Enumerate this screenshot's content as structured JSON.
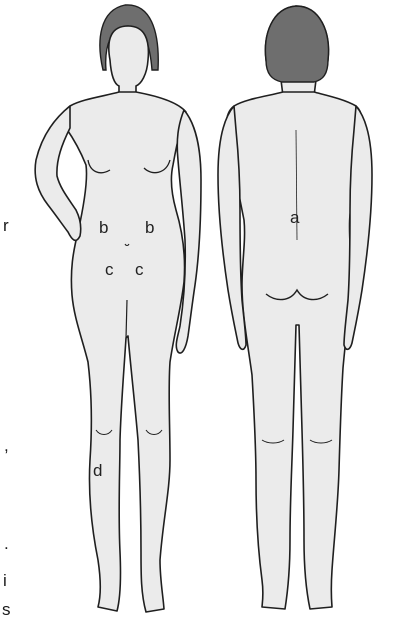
{
  "figure": {
    "front_labels": {
      "b_left": "b",
      "b_right": "b",
      "c_left": "c",
      "c_right": "c",
      "d": "d"
    },
    "back_labels": {
      "a": "a"
    },
    "edge_text": {
      "r": "r",
      "comma": ",",
      "dot": ".",
      "i": "i",
      "s": "s"
    }
  },
  "colors": {
    "skin": "#ebebeb",
    "outline": "#1f1f1f",
    "hair": "#6e6e6e",
    "text": "#222222"
  }
}
